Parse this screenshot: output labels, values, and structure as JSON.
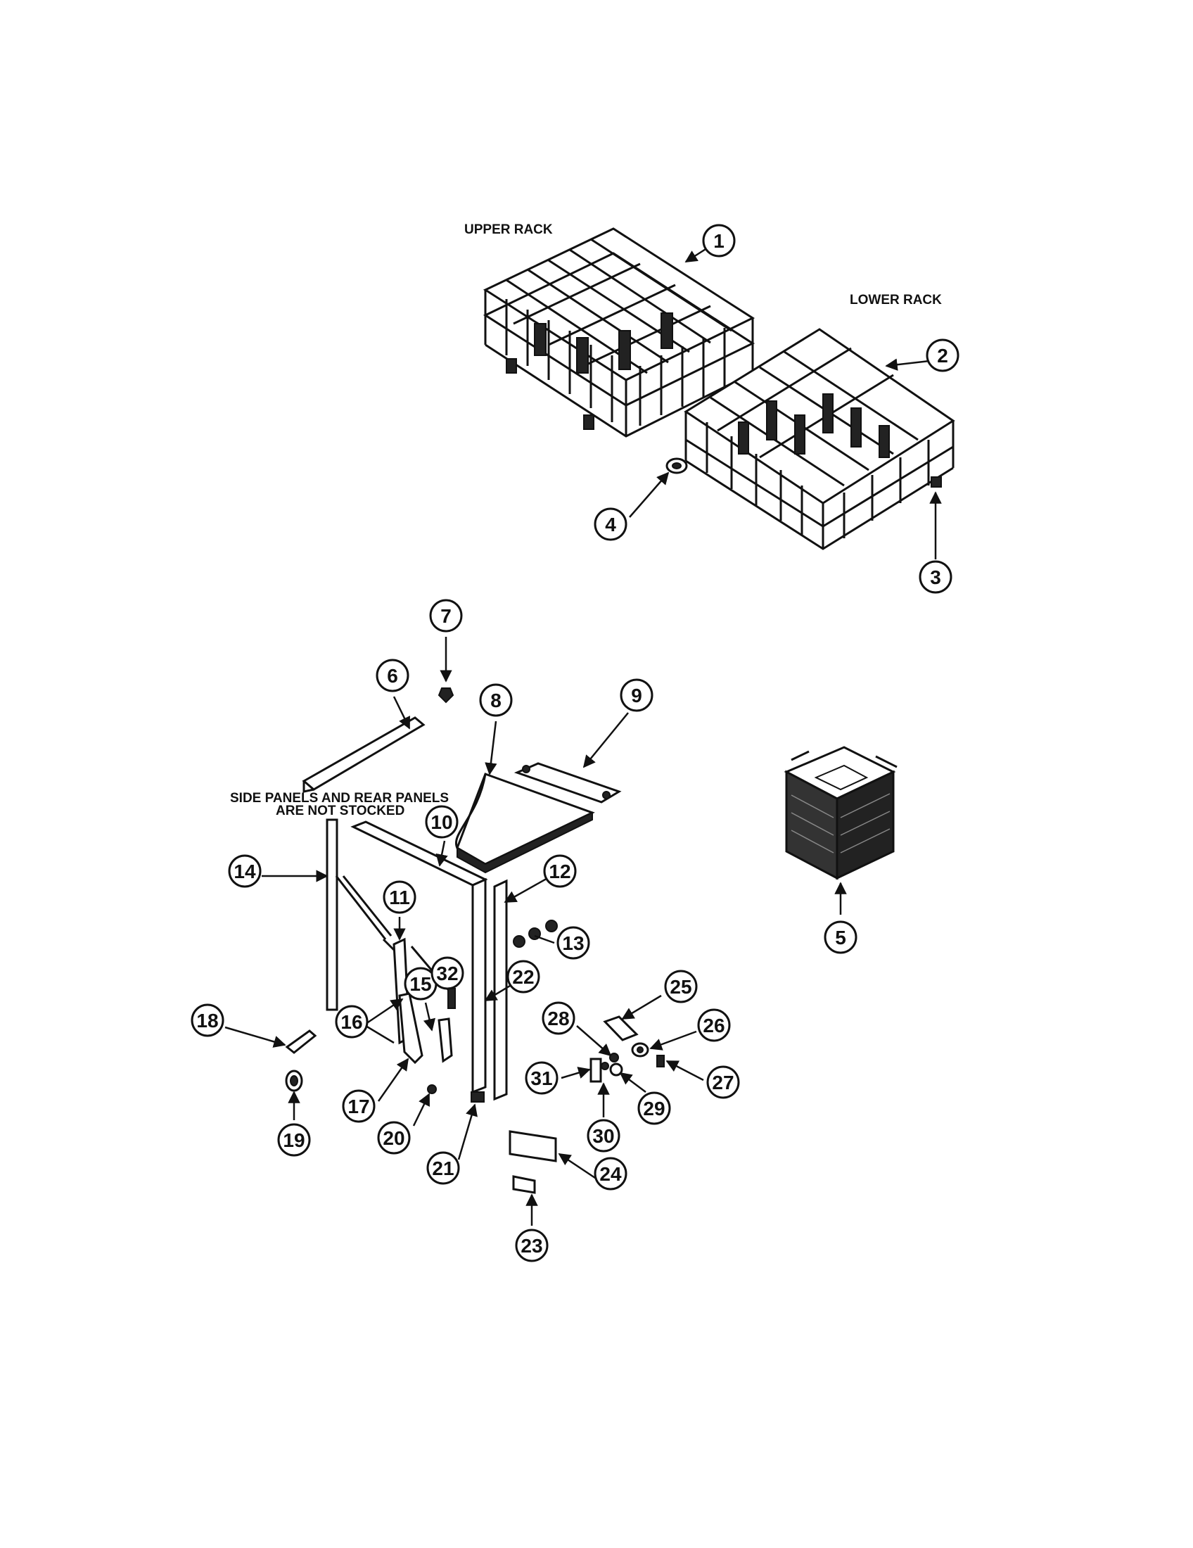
{
  "labels": {
    "upper_rack": "UPPER RACK",
    "lower_rack": "LOWER RACK",
    "panels_note_1": "SIDE PANELS AND REAR PANELS",
    "panels_note_2": "ARE NOT STOCKED"
  },
  "callouts": [
    "1",
    "2",
    "3",
    "4",
    "5",
    "6",
    "7",
    "8",
    "9",
    "10",
    "11",
    "12",
    "13",
    "14",
    "15",
    "16",
    "17",
    "18",
    "19",
    "20",
    "21",
    "22",
    "23",
    "24",
    "25",
    "26",
    "27",
    "28",
    "29",
    "30",
    "31",
    "32"
  ],
  "colors": {
    "ink": "#111111",
    "paper": "#ffffff"
  }
}
